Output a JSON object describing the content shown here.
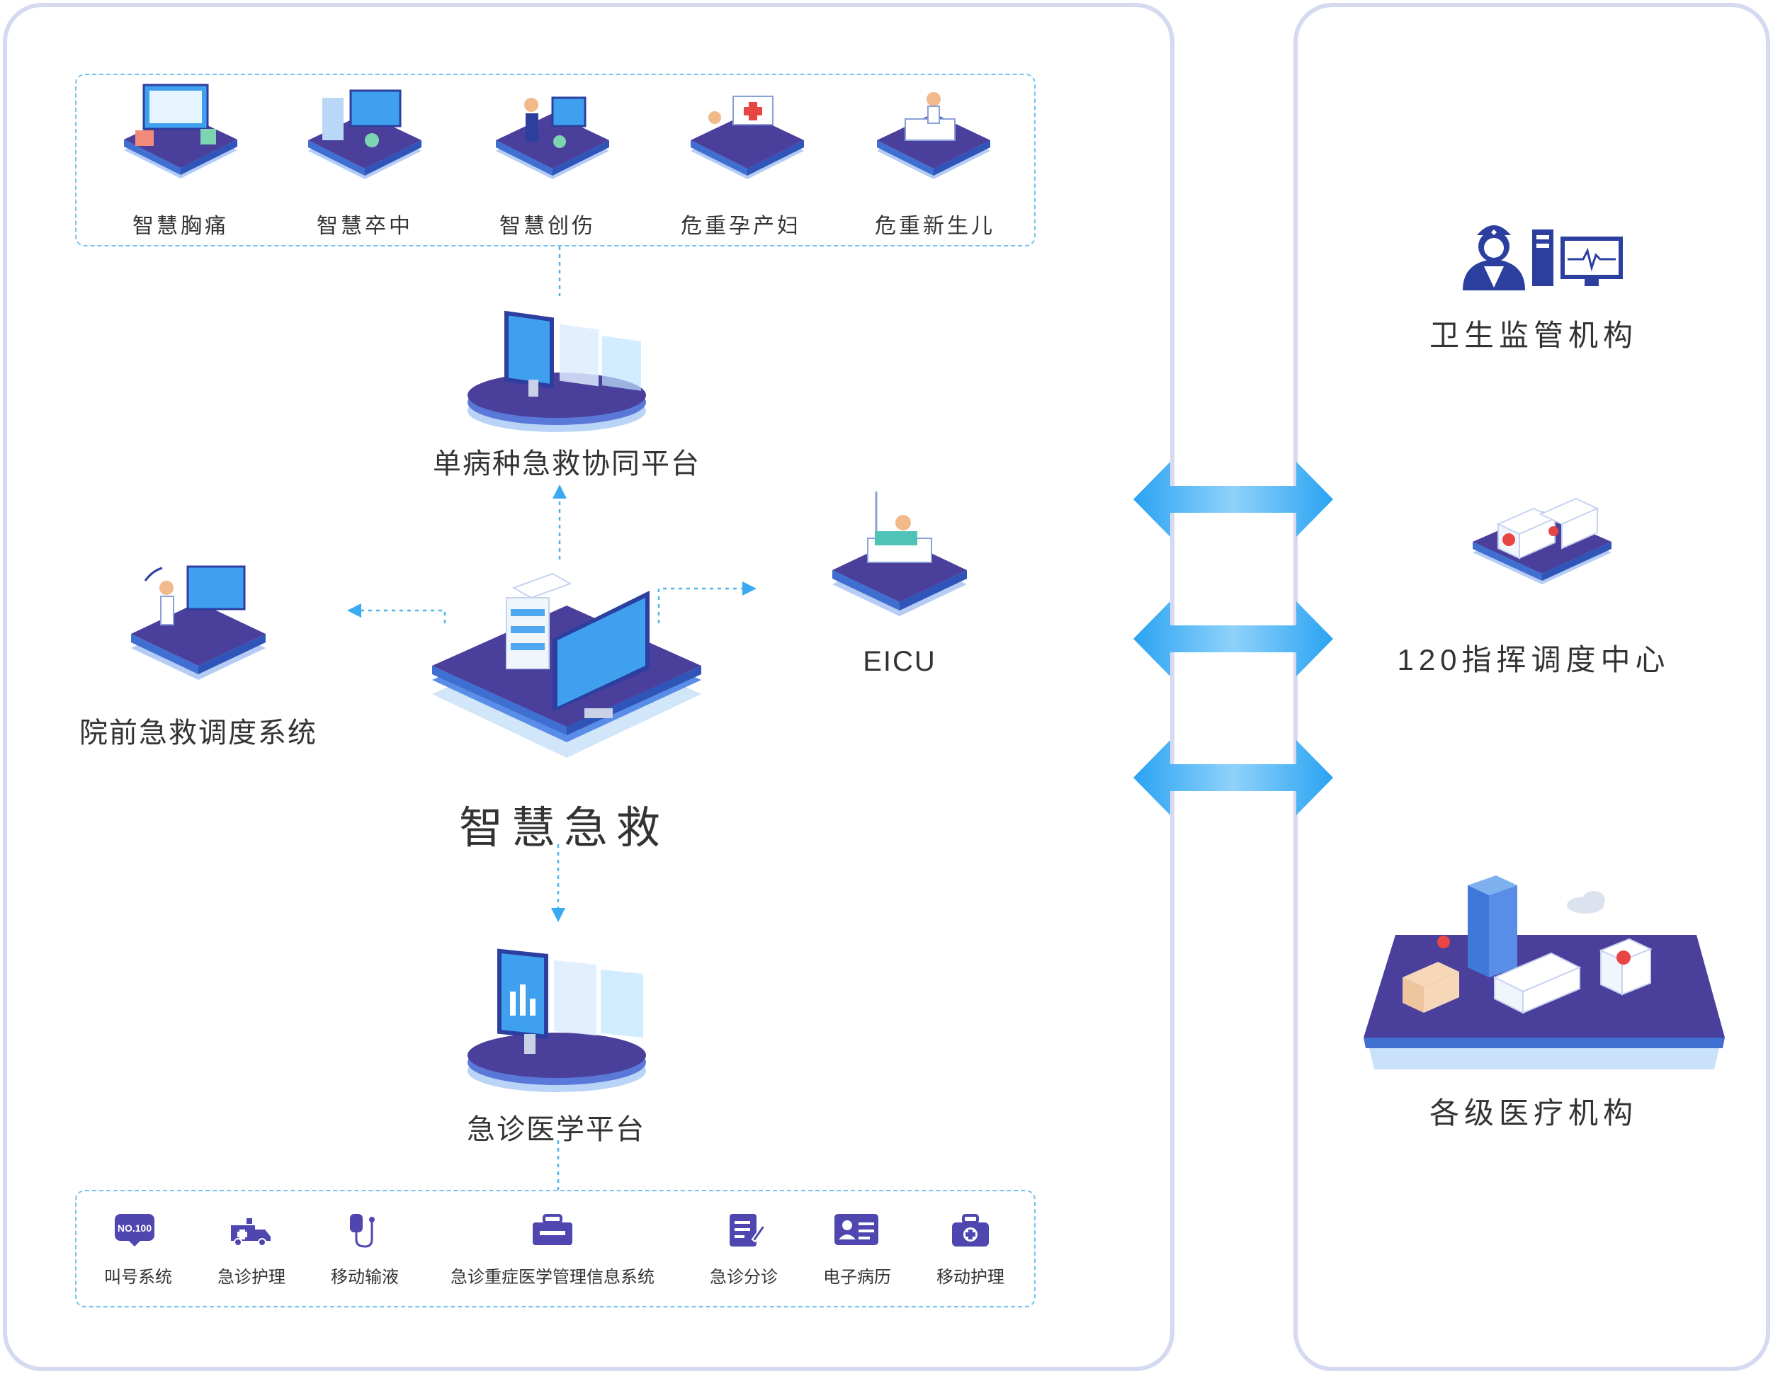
{
  "modules_top": [
    "智慧胸痛",
    "智慧卒中",
    "智慧创伤",
    "危重孕产妇",
    "危重新生儿"
  ],
  "nodes": {
    "single_disease": "单病种急救协同平台",
    "prehospital": "院前急救调度系统",
    "eicu": "EICU",
    "center": "智慧急救",
    "emergency_platform": "急诊医学平台"
  },
  "systems_bottom": [
    {
      "label": "叫号系统",
      "icon": "number-badge-icon",
      "badge": "NO.100"
    },
    {
      "label": "急诊护理",
      "icon": "ambulance-icon"
    },
    {
      "label": "移动输液",
      "icon": "infusion-icon"
    },
    {
      "label": "急诊重症医学管理信息系统",
      "icon": "medical-kit-icon"
    },
    {
      "label": "急诊分诊",
      "icon": "clipboard-icon"
    },
    {
      "label": "电子病历",
      "icon": "id-card-icon"
    },
    {
      "label": "移动护理",
      "icon": "medical-bag-icon"
    }
  ],
  "right_nodes": [
    "卫生监管机构",
    "120指挥调度中心",
    "各级医疗机构"
  ],
  "colors": {
    "panel_border": "#d6daf0",
    "dash": "#74c4ee",
    "platform_purple": "#4b3f9c",
    "platform_blue": "#3f78d8",
    "accent_blue": "#2aa3f2",
    "icon_navy": "#2c3f9e",
    "icon_purple": "#4f46b0"
  }
}
